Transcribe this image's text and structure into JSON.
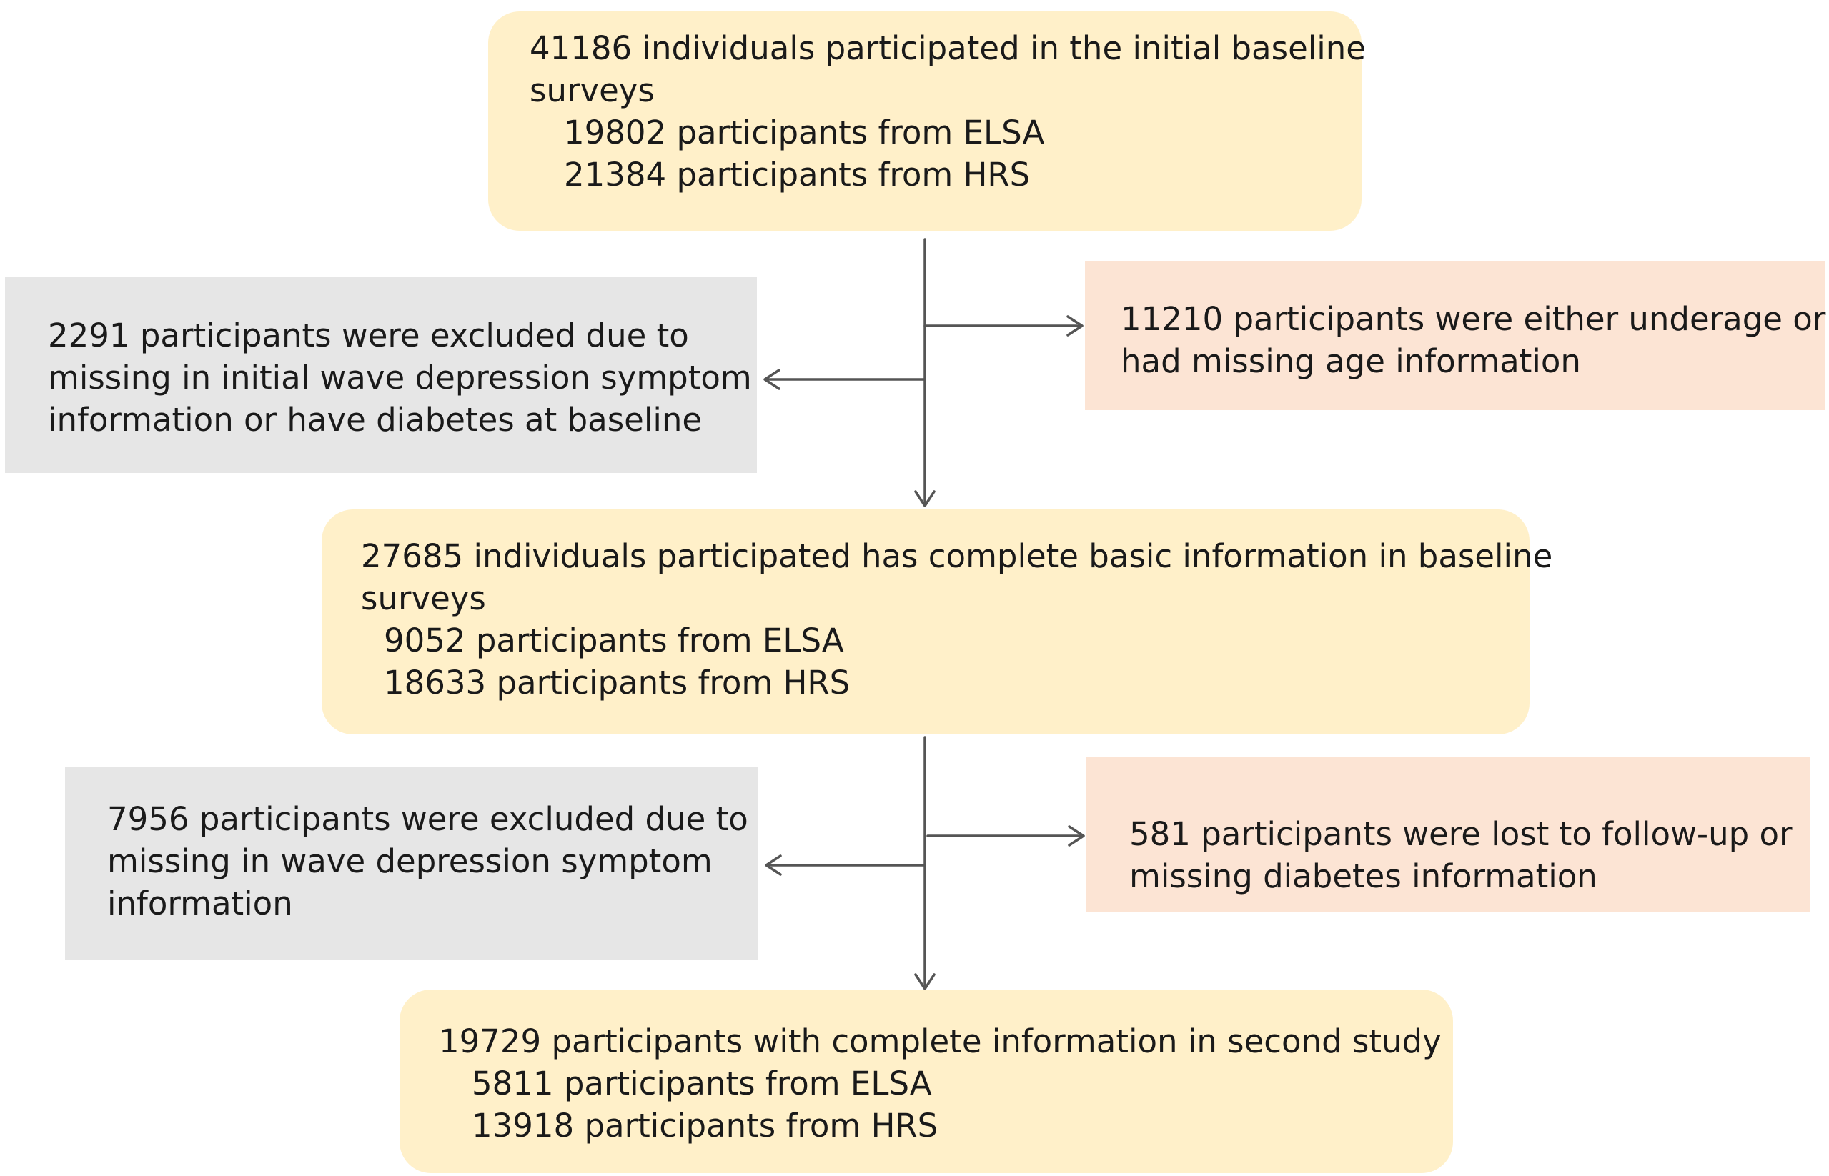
{
  "nodes": {
    "baseline": {
      "lines": [
        "41186 individuals participated in the initial baseline",
        "surveys",
        "   19802 participants from ELSA",
        "   21384 participants from HRS"
      ]
    },
    "exclude_age": {
      "lines": [
        "11210 participants were either underage or",
        "had missing age information"
      ]
    },
    "exclude_depression_initial": {
      "lines": [
        "2291 participants were excluded due to",
        "missing in initial wave depression symptom",
        "information or have diabetes at baseline"
      ]
    },
    "complete_basic": {
      "lines": [
        "27685 individuals participated has complete basic information in baseline",
        "surveys",
        "  9052 participants from ELSA",
        "  18633 participants from HRS"
      ]
    },
    "exclude_followup": {
      "lines": [
        "581 participants were lost to follow-up or",
        "missing diabetes information"
      ]
    },
    "exclude_depression_wave": {
      "lines": [
        "7956 participants were excluded due to",
        "missing in wave depression symptom",
        "information"
      ]
    },
    "final": {
      "lines": [
        "19729  participants with complete information in  second study",
        "   5811 participants from ELSA",
        "   13918 participants from HRS"
      ]
    }
  },
  "colors": {
    "main_box": "#fff0c9",
    "excluded_gray": "#e6e6e6",
    "excluded_peach": "#fce4d4",
    "arrow": "#555555"
  }
}
